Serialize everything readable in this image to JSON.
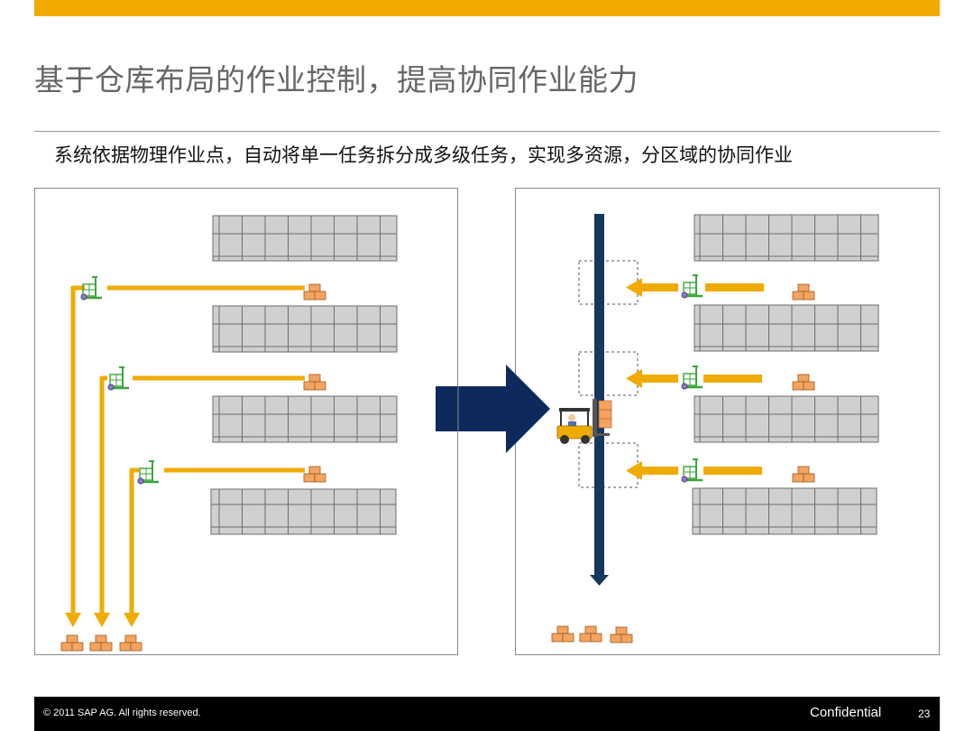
{
  "slide": {
    "title": "基于仓库布局的作业控制，提高协同作业能力",
    "subtitle": "系统依据物理作业点，自动将单一任务拆分成多级任务，实现多资源，分区域的协同作业"
  },
  "footer": {
    "copyright": "©  2011 SAP AG. All rights reserved.",
    "confidential": "Confidential",
    "page_number": "23"
  },
  "colors": {
    "accent": "#f0ab00",
    "flow_arrow": "#0e2a5c",
    "vertical_line": "#17375e",
    "rack_fill": "#d0d0d0",
    "box": "#f4a460",
    "cart": "#3aa63a"
  },
  "icons": [
    "hand-truck-icon",
    "box-stack-icon",
    "forklift-icon",
    "transition-arrow-icon"
  ]
}
